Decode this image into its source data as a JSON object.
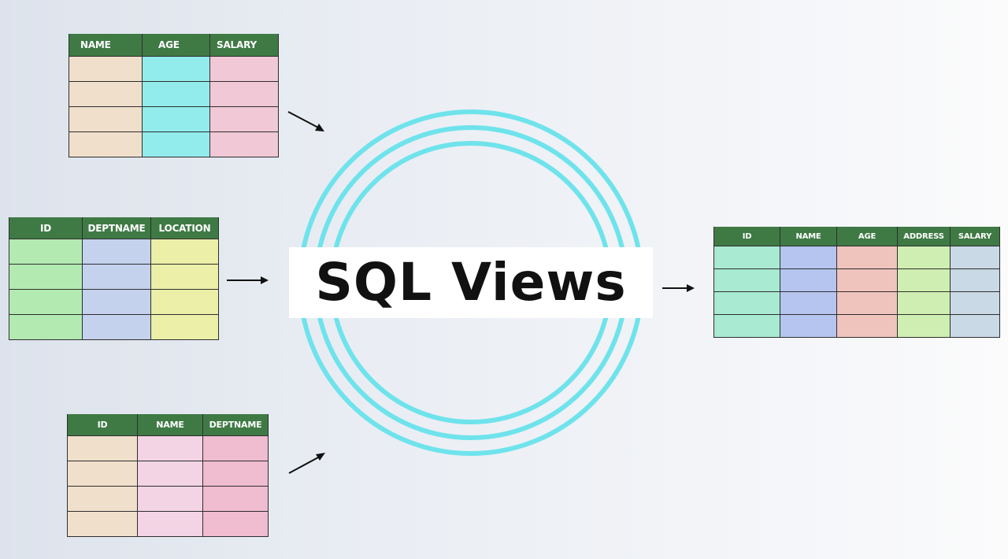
{
  "title": "SQL Views",
  "colors": {
    "header_bg": "#3f7a45",
    "ring": "#6fe3ec"
  },
  "tables": {
    "employees": {
      "headers": [
        "NAME",
        "AGE",
        "SALARY"
      ],
      "row_count": 4,
      "column_colors": [
        "#f0dfcb",
        "#92ecec",
        "#f0c8d6"
      ]
    },
    "departments": {
      "headers": [
        "ID",
        "DEPTNAME",
        "LOCATION"
      ],
      "row_count": 4,
      "column_colors": [
        "#b3eab1",
        "#c4d2ee",
        "#ebefa8"
      ]
    },
    "staff": {
      "headers": [
        "ID",
        "NAME",
        "DEPTNAME"
      ],
      "row_count": 4,
      "column_colors": [
        "#f0dfcb",
        "#f2d4e5",
        "#f0bcd0"
      ]
    },
    "view_result": {
      "headers": [
        "ID",
        "NAME",
        "AGE",
        "ADDRESS",
        "SALARY"
      ],
      "row_count": 4,
      "column_colors": [
        "#a9ead2",
        "#b5c5ef",
        "#efc4bd",
        "#cfefb2",
        "#c9d9e6"
      ]
    }
  }
}
